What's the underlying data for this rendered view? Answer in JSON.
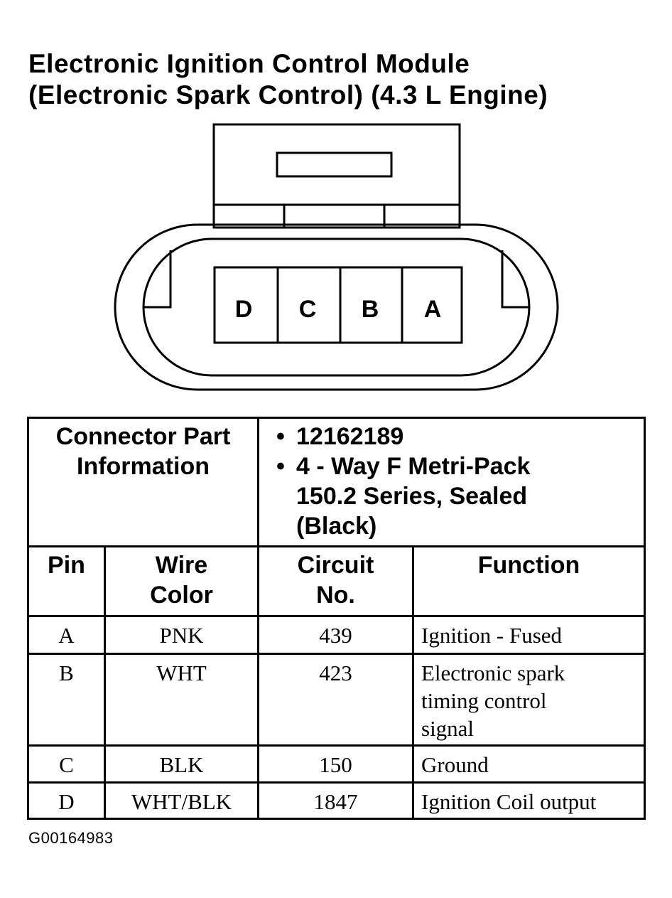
{
  "title": {
    "line1": "Electronic Ignition Control Module",
    "line2": "(Electronic Spark Control) (4.3 L Engine)"
  },
  "connector": {
    "pins": [
      "D",
      "C",
      "B",
      "A"
    ]
  },
  "part_info": {
    "label_line1": "Connector Part",
    "label_line2": "Information",
    "part_number": "12162189",
    "desc_line1": "4 - Way F Metri-Pack",
    "desc_line2": "150.2 Series, Sealed",
    "desc_line3": "(Black)"
  },
  "columns": {
    "pin": "Pin",
    "wire_line1": "Wire",
    "wire_line2": "Color",
    "circuit_line1": "Circuit",
    "circuit_line2": "No.",
    "function": "Function"
  },
  "rows": [
    {
      "pin": "A",
      "wire": "PNK",
      "circuit": "439",
      "function_lines": [
        "Ignition - Fused"
      ]
    },
    {
      "pin": "B",
      "wire": "WHT",
      "circuit": "423",
      "function_lines": [
        "Electronic spark",
        "timing control",
        "signal"
      ]
    },
    {
      "pin": "C",
      "wire": "BLK",
      "circuit": "150",
      "function_lines": [
        "Ground"
      ]
    },
    {
      "pin": "D",
      "wire": "WHT/BLK",
      "circuit": "1847",
      "function_lines": [
        "Ignition Coil output"
      ]
    }
  ],
  "figure_id": "G00164983"
}
